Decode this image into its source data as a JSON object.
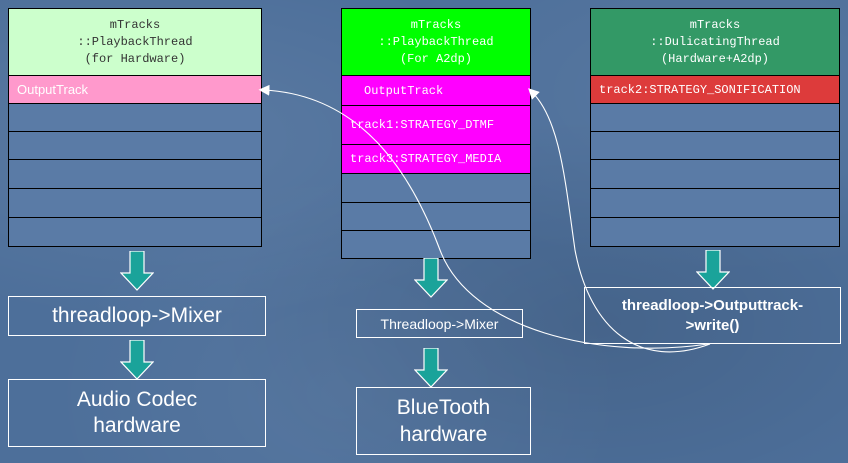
{
  "columns": [
    {
      "header": [
        "mTracks",
        "::PlaybackThread",
        "(for Hardware)"
      ],
      "rows": [
        "OutputTrack",
        "",
        "",
        "",
        "",
        ""
      ]
    },
    {
      "header": [
        "mTracks",
        "::PlaybackThread",
        "(For A2dp)"
      ],
      "rows": [
        "OutputTrack",
        "track1:STRATEGY_DTMF",
        "track3:STRATEGY_MEDIA",
        "",
        "",
        ""
      ]
    },
    {
      "header": [
        "mTracks",
        "::DulicatingThread",
        "(Hardware+A2dp)"
      ],
      "rows": [
        "track2:STRATEGY_SONIFICATION",
        "",
        "",
        "",
        "",
        ""
      ]
    }
  ],
  "boxes": {
    "left_mixer": "threadloop->Mixer",
    "left_hw_line1": "Audio Codec",
    "left_hw_line2": "hardware",
    "mid_mixer": "Threadloop->Mixer",
    "mid_hw_line1": "BlueTooth",
    "mid_hw_line2": "hardware",
    "right_write_line1": "threadloop->Outputtrack-",
    "right_write_line2": ">write()"
  },
  "colors": {
    "hw_header": "#ccffcc",
    "a2dp_header": "#00ff00",
    "dup_header": "#339966",
    "output_track_left": "#ff99cc",
    "magenta": "#ff00ff",
    "red_row": "#dd3b3b",
    "arrow_fill": "#1aa39a"
  }
}
